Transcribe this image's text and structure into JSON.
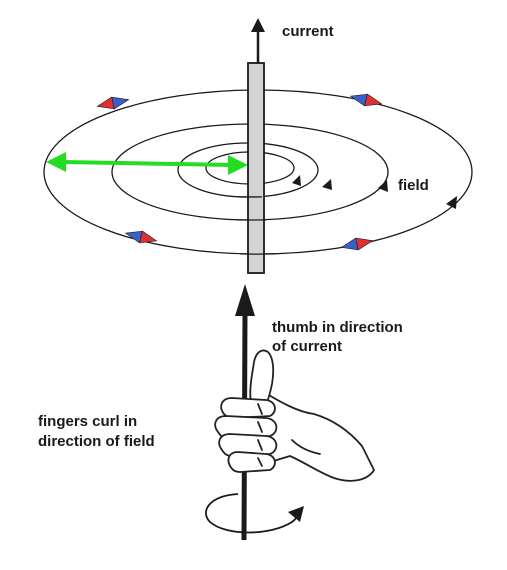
{
  "labels": {
    "current": "current",
    "field": "field",
    "thumb_line1": "thumb in direction",
    "thumb_line2": "of  current",
    "fingers_line1": "fingers curl in",
    "fingers_line2": "direction of field"
  },
  "colors": {
    "ink": "#1a1a1a",
    "wire_fill": "#d4d2d6",
    "radius_arrow": "#22dd22",
    "compass_north": "#e03030",
    "compass_south": "#3a5fc8",
    "skin_outline": "#222222"
  }
}
